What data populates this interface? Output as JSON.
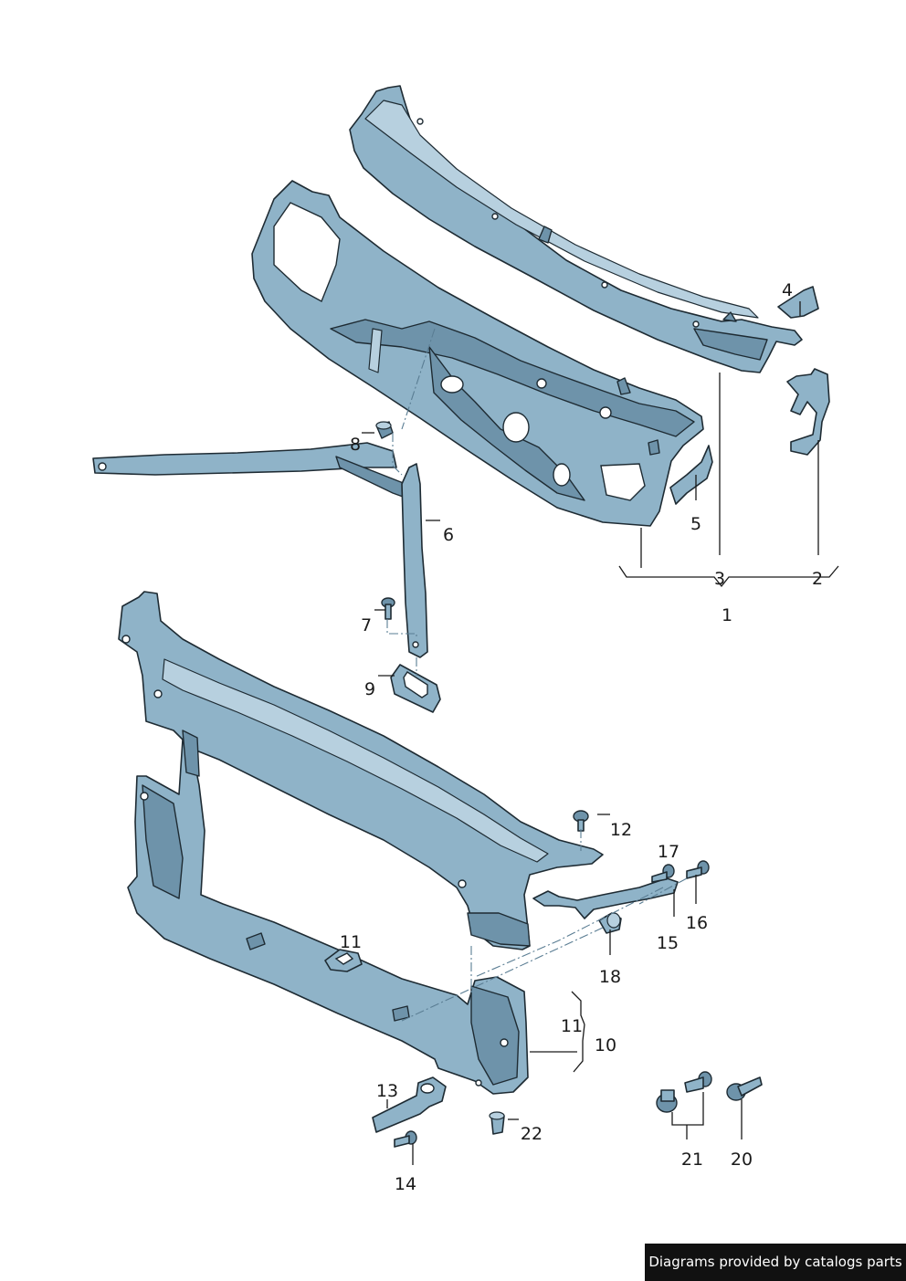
{
  "labels": {
    "p1": "1",
    "p2": "2",
    "p3": "3",
    "p4": "4",
    "p5": "5",
    "p6": "6",
    "p7": "7",
    "p8": "8",
    "p9": "9",
    "p10": "10",
    "p11a": "11",
    "p11b": "11",
    "p12": "12",
    "p13": "13",
    "p14": "14",
    "p15": "15",
    "p16": "16",
    "p17": "17",
    "p18": "18",
    "p20": "20",
    "p21": "21",
    "p22": "22"
  },
  "footer": {
    "text": "Diagrams provided by catalogs parts"
  },
  "colors": {
    "part": "#8fb3c8",
    "outline": "#1e2b33",
    "footer_bg": "#111111"
  }
}
